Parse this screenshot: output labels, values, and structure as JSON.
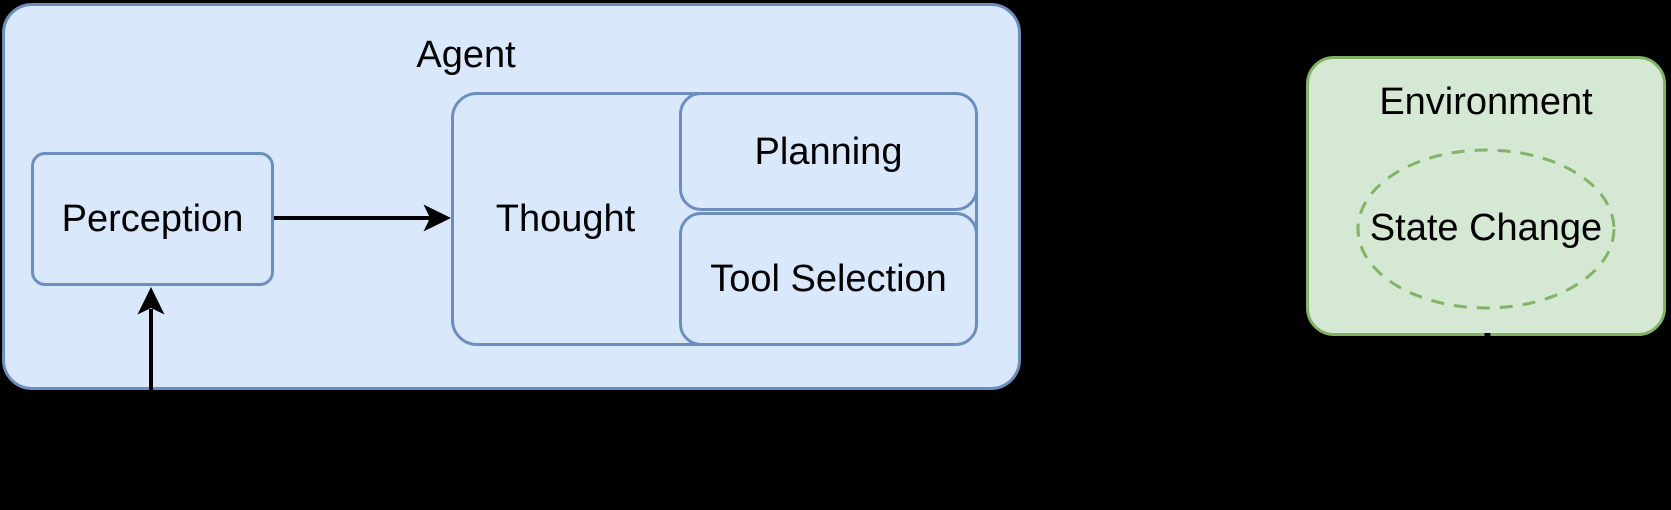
{
  "canvas": {
    "background": "#000000"
  },
  "colors": {
    "node_blue_fill": "#DAE8FC",
    "node_blue_stroke": "#6C8EBF",
    "node_green_fill": "#D5E8D4",
    "node_green_stroke": "#82B366",
    "arrow_color": "#000000",
    "text_color": "#000000"
  },
  "nodes": {
    "agent": {
      "label": "Agent",
      "shape": "rounded-rectangle",
      "color": "blue"
    },
    "perception": {
      "label": "Perception",
      "shape": "rounded-rectangle",
      "color": "blue",
      "parent": "agent"
    },
    "thought": {
      "label": "Thought",
      "shape": "rounded-rectangle",
      "color": "blue",
      "parent": "agent"
    },
    "planning": {
      "label": "Planning",
      "shape": "rounded-rectangle",
      "color": "blue",
      "parent": "thought"
    },
    "tool_selection": {
      "label": "Tool Selection",
      "shape": "rounded-rectangle",
      "color": "blue",
      "parent": "thought"
    },
    "environment": {
      "label": "Environment",
      "shape": "rounded-rectangle",
      "color": "green"
    },
    "state_change": {
      "label": "State Change",
      "shape": "dashed-ellipse",
      "color": "green",
      "parent": "environment"
    }
  },
  "edges": [
    {
      "name": "perception-to-thought",
      "from": "perception",
      "to": "thought",
      "style": "solid-black-arrow"
    },
    {
      "name": "bottom-to-perception",
      "from": "offscreen-bottom",
      "to": "perception",
      "style": "solid-black-arrow-up"
    },
    {
      "name": "bottom-to-environment-tip",
      "from": "offscreen-bottom",
      "to": "environment",
      "style": "arrow-tip-remnant"
    }
  ]
}
